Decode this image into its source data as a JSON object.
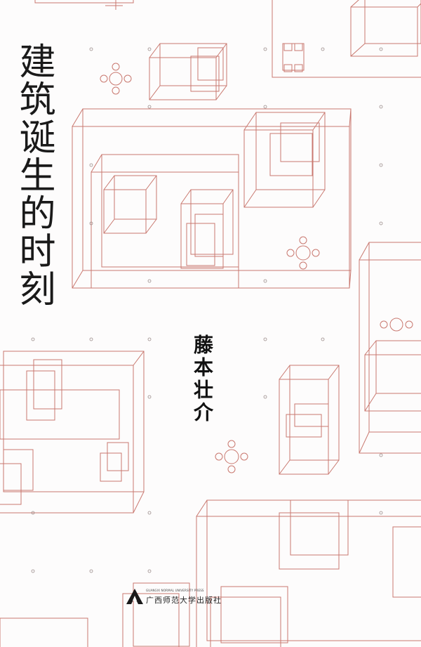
{
  "book": {
    "title": "建筑诞生的时刻",
    "author": "藤本壮介",
    "publisher_en": "GUANGXI NORMAL UNIVERSITY PRESS",
    "publisher_cn": "广西师范大学出版社"
  },
  "colors": {
    "line": "#c9786f",
    "text": "#1a1a1a",
    "background": "#fdfcfc"
  },
  "icons": {
    "publisher_logo": "mountain-a-logo"
  }
}
